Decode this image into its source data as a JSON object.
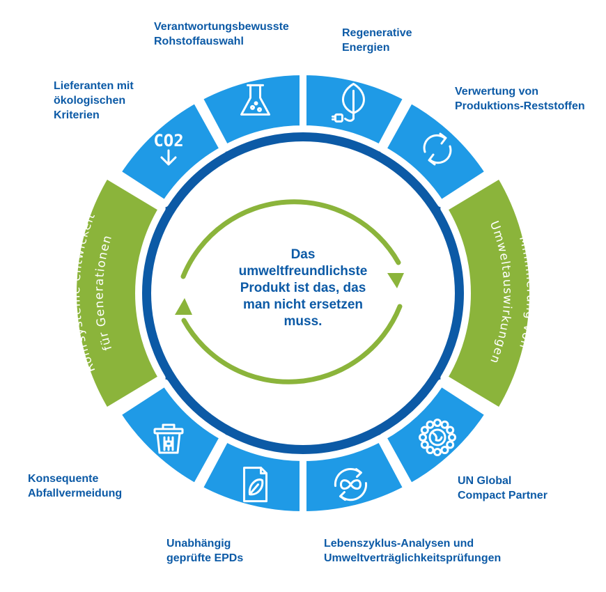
{
  "center": {
    "lines": [
      "Das",
      "umweltfreundlichste",
      "Produkt ist das, das",
      "man nicht ersetzen",
      "muss."
    ]
  },
  "green_segments": {
    "left": [
      "Rohrsysteme entwickelt",
      "für Generationen"
    ],
    "right": [
      "Minimierung von",
      "Umweltauswirkungen"
    ]
  },
  "labels": {
    "rohstoff": [
      "Verantwortungsbewusste",
      "Rohstoffauswahl"
    ],
    "energien": [
      "Regenerative",
      "Energien"
    ],
    "reststoffe": [
      "Verwertung von",
      "Produktions-Reststoffen"
    ],
    "lieferanten": [
      "Lieferanten mit",
      "ökologischen",
      "Kriterien"
    ],
    "abfall": [
      "Konsequente",
      "Abfallvermeidung"
    ],
    "epds": [
      "Unabhängig",
      "geprüfte EPDs"
    ],
    "lca": [
      "Lebenszyklus-Analysen und",
      "Umweltverträglichkeitsprüfungen"
    ],
    "un": [
      "UN Global",
      "Compact Partner"
    ]
  },
  "icons": {
    "co2_text": "CO2",
    "segment_icons": [
      "co2-reduction-icon",
      "lab-flask-icon",
      "leaf-plug-icon",
      "recycle-icon",
      "globe-sun-icon",
      "infinity-cycle-icon",
      "document-leaf-icon",
      "waste-bin-icon"
    ]
  },
  "colors": {
    "blue_segment": "#1f9ae6",
    "dark_ring": "#0c5aa6",
    "green": "#8bb43b",
    "text_blue": "#0c5aa6"
  }
}
